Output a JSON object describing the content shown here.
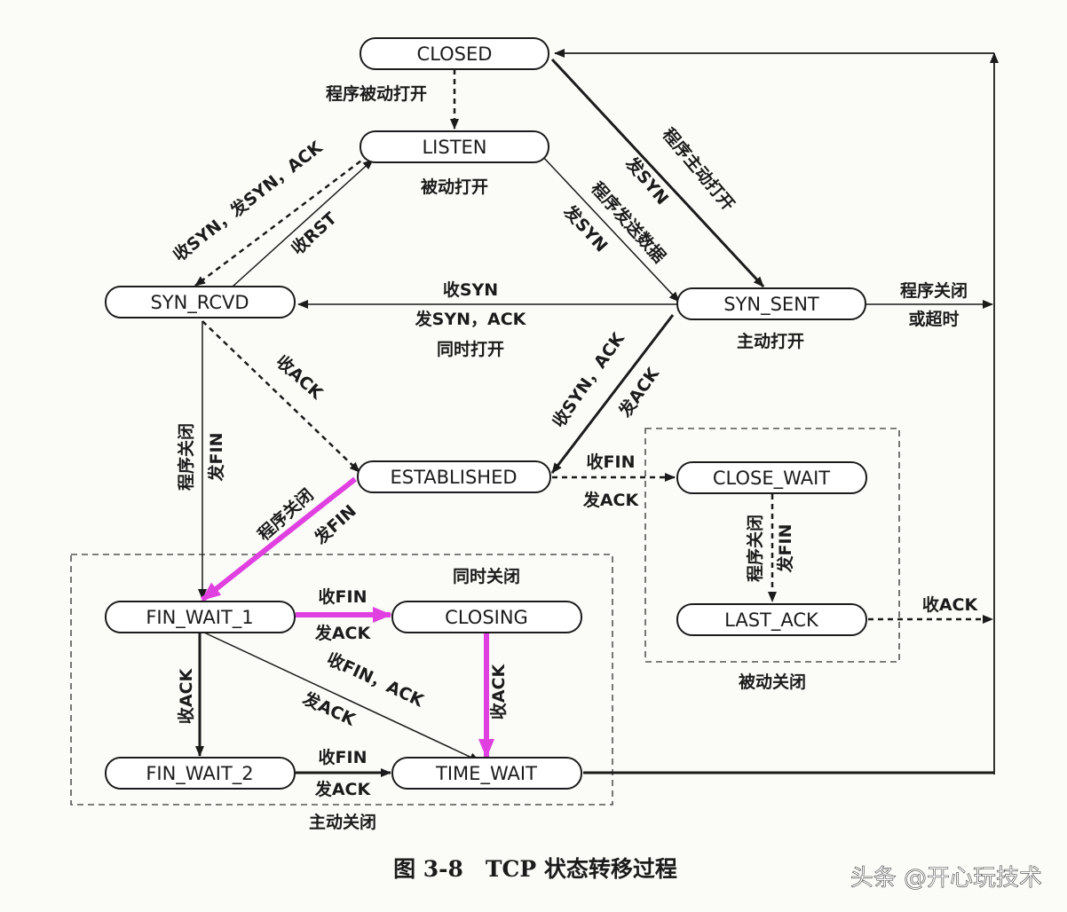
{
  "states": {
    "closed": "CLOSED",
    "listen": "LISTEN",
    "syn_rcvd": "SYN_RCVD",
    "syn_sent": "SYN_SENT",
    "established": "ESTABLISHED",
    "close_wait": "CLOSE_WAIT",
    "last_ack": "LAST_ACK",
    "fin_wait_1": "FIN_WAIT_1",
    "closing": "CLOSING",
    "fin_wait_2": "FIN_WAIT_2",
    "time_wait": "TIME_WAIT"
  },
  "labels": {
    "passive_open_prog": "程序被动打开",
    "passive_open": "被动打开",
    "recv_syn_send_synack": "收SYN，发SYN，ACK",
    "recv_rst": "收RST",
    "active_open_prog": "程序主动打开",
    "send_syn": "发SYN",
    "prog_send_data": "程序发送数据",
    "send_syn_2": "发SYN",
    "recv_syn_mid": "收SYN",
    "send_synack_mid": "发SYN，ACK",
    "simultaneous_open": "同时打开",
    "active_open": "主动打开",
    "prog_close_timeout_1": "程序关闭",
    "prog_close_timeout_2": "或超时",
    "recv_ack": "收ACK",
    "recv_synack": "收SYN，ACK",
    "send_ack": "发ACK",
    "prog_close_left": "程序关闭",
    "send_fin_left": "发FIN",
    "prog_close_est": "程序关闭",
    "send_fin_est": "发FIN",
    "recv_fin_cw": "收FIN",
    "send_ack_cw": "发ACK",
    "prog_close_cw": "程序关闭",
    "send_fin_cw": "发FIN",
    "recv_ack_la": "收ACK",
    "passive_close": "被动关闭",
    "simultaneous_close": "同时关闭",
    "recv_fin_fw1": "收FIN",
    "send_ack_fw1": "发ACK",
    "recv_ack_fw1": "收ACK",
    "recv_fin_ack": "收FIN，ACK",
    "send_ack_diag": "发ACK",
    "recv_ack_closing": "收ACK",
    "recv_fin_fw2": "收FIN",
    "send_ack_fw2": "发ACK",
    "active_close": "主动关闭"
  },
  "caption": "图 3-8　TCP 状态转移过程",
  "watermark": "头条 @开心玩技术",
  "colors": {
    "line": "#1b1b1b",
    "highlight": "#e040e0",
    "box_fill": "#ffffff"
  }
}
